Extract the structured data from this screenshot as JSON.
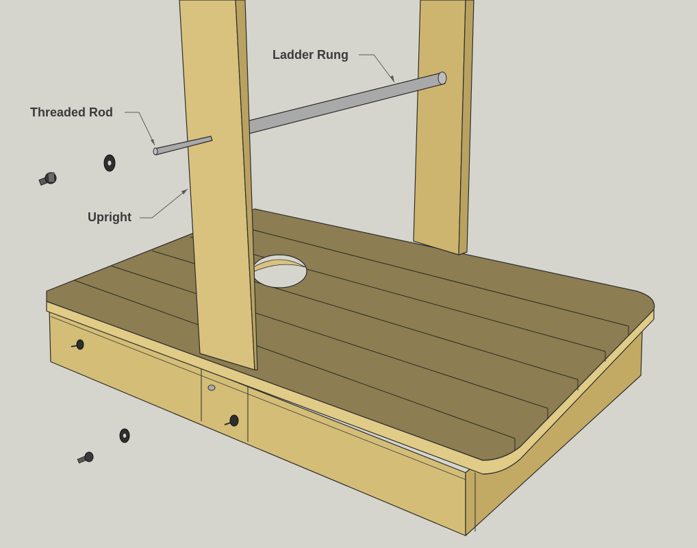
{
  "callouts": {
    "ladder_rung": "Ladder Rung",
    "threaded_rod": "Threaded Rod",
    "upright": "Upright"
  },
  "colors": {
    "background": "#d6d5cd",
    "deck_top": "#8c7d52",
    "wood_light": "#d8c27e",
    "wood_face": "#cdb56f",
    "wood_shadow": "#b9a260",
    "rod": "#a9a9a9",
    "hardware": "#333333",
    "label_text": "#3a3a3a"
  },
  "icons": [
    "wing-nut-icon",
    "washer-icon"
  ]
}
